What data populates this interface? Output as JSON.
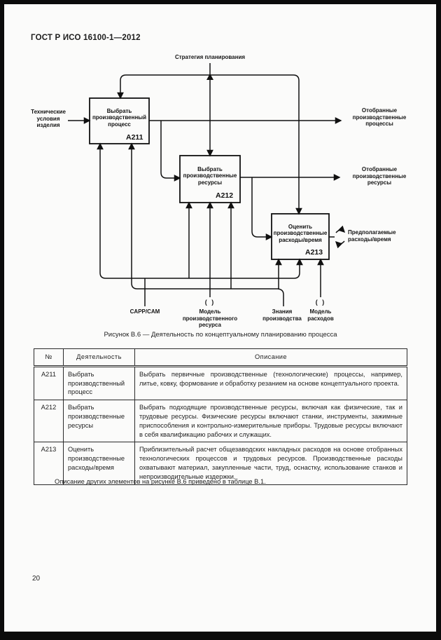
{
  "page": {
    "header": "ГОСТ Р ИСО 16100-1—2012",
    "number": "20"
  },
  "diagram": {
    "top_control": "Стратегия планирования",
    "left_input": "Технические\nусловия\nизделия",
    "boxes": [
      {
        "title": "Выбрать\nпроизводственный\nпроцесс",
        "id": "А211"
      },
      {
        "title": "Выбрать\nпроизводственные\nресурсы",
        "id": "А212"
      },
      {
        "title": "Оценить\nпроизводственные\nрасходы/время",
        "id": "А213"
      }
    ],
    "outputs": [
      "Отобранные\nпроизводственные\nпроцессы",
      "Отобранные\nпроизводственные\nресурсы",
      "Предполагаемые\nрасходы/время"
    ],
    "mechanisms": [
      "CAPP/CAM",
      "Модель\nпроизводственного\nресурса",
      "Знания\nпроизводства",
      "Модель\nрасходов"
    ],
    "tunnel_mark": "( )",
    "caption": "Рисунок В.6 — Деятельность по концептуальному планированию процесса"
  },
  "table": {
    "headers": [
      "№",
      "Деятельность",
      "Описание"
    ],
    "rows": [
      {
        "num": "А211",
        "activity": "Выбрать производственный процесс",
        "description": "Выбрать первичные производственные (технологические) процессы, например, литье, ковку, формование и обработку резанием на основе концептуального проекта."
      },
      {
        "num": "А212",
        "activity": "Выбрать производственные ресурсы",
        "description": "Выбрать подходящие производственные ресурсы, включая как физические, так и трудовые ресурсы. Физические ресурсы включают станки, инструменты, зажимные приспособления и контрольно-измерительные приборы. Трудовые ресурсы включают в себя квалификацию рабочих и служащих."
      },
      {
        "num": "А213",
        "activity": "Оценить производственные расходы/время",
        "description": "Приблизительный расчет общезаводских накладных расходов на основе отобранных технологических процессов и трудовых ресурсов. Производственные расходы охватывают материал, закупленные части, труд, оснастку, использование станков и непроизводительные издержки."
      }
    ]
  },
  "footnote": "Описание других элементов на рисунке В.6 приведено в таблице В.1."
}
